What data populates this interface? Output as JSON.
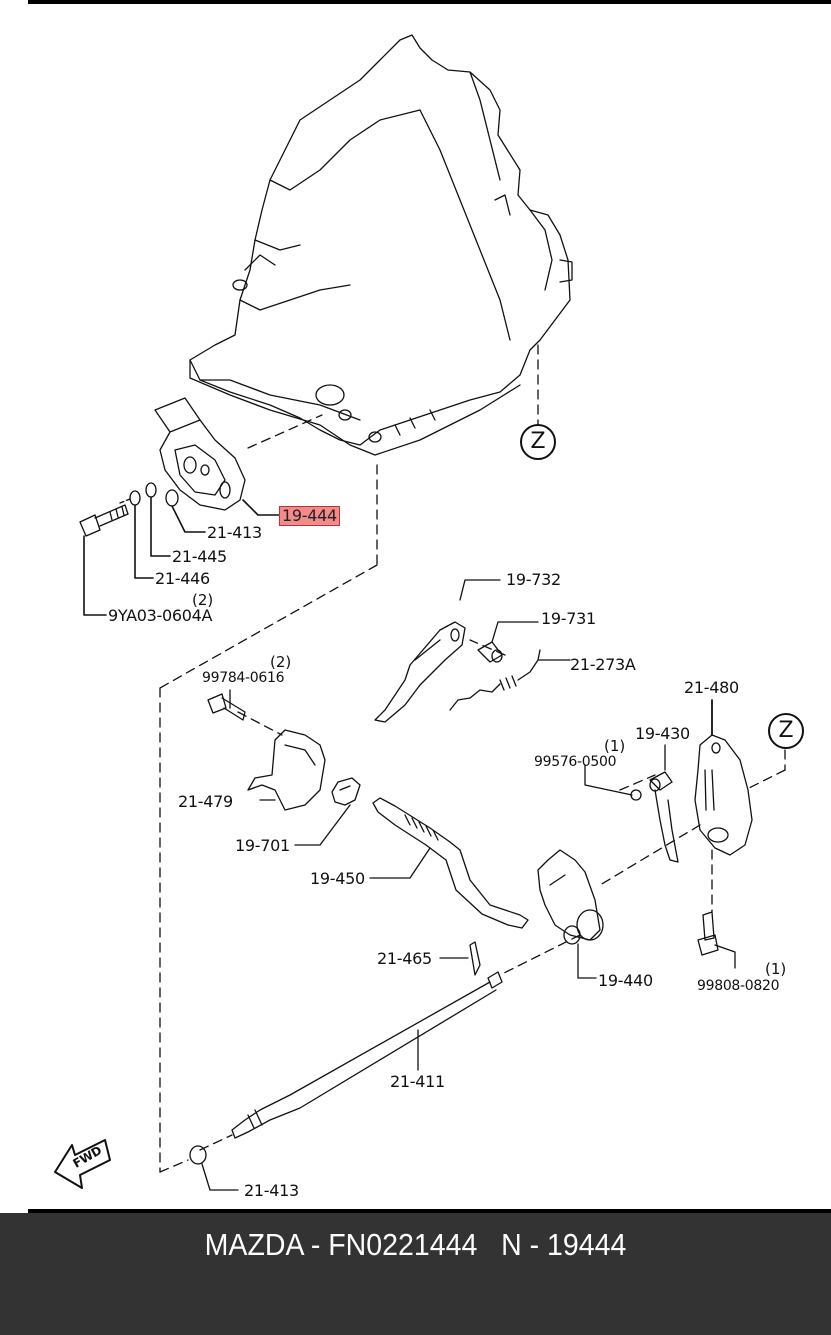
{
  "diagram": {
    "title": "Transmission shift linkage / neutral switch exploded view",
    "highlight_color": "#f48a8a",
    "reference_marker": "Z",
    "forward_arrow_label": "FWD",
    "callouts": [
      {
        "id": "19-444",
        "label": "19-444",
        "highlighted": true
      },
      {
        "id": "21-413-top",
        "label": "21-413"
      },
      {
        "id": "21-445",
        "label": "21-445"
      },
      {
        "id": "21-446",
        "label": "21-446"
      },
      {
        "id": "9ya03-0604a",
        "label": "9YA03-0604A",
        "qty": "(2)"
      },
      {
        "id": "19-732",
        "label": "19-732"
      },
      {
        "id": "19-731",
        "label": "19-731"
      },
      {
        "id": "21-273a",
        "label": "21-273A"
      },
      {
        "id": "99784-0616",
        "label": "99784-0616",
        "qty": "(2)"
      },
      {
        "id": "21-480",
        "label": "21-480"
      },
      {
        "id": "19-430",
        "label": "19-430"
      },
      {
        "id": "99576-0500",
        "label": "99576-0500",
        "qty": "(1)"
      },
      {
        "id": "21-479",
        "label": "21-479"
      },
      {
        "id": "19-701",
        "label": "19-701"
      },
      {
        "id": "19-450",
        "label": "19-450"
      },
      {
        "id": "21-465",
        "label": "21-465"
      },
      {
        "id": "19-440",
        "label": "19-440"
      },
      {
        "id": "99808-0820",
        "label": "99808-0820",
        "qty": "(1)"
      },
      {
        "id": "21-411",
        "label": "21-411"
      },
      {
        "id": "21-413-bottom",
        "label": "21-413"
      }
    ]
  },
  "footer": {
    "title": "MAZDA - FN0221444   N - 19444",
    "background": "#333333"
  }
}
